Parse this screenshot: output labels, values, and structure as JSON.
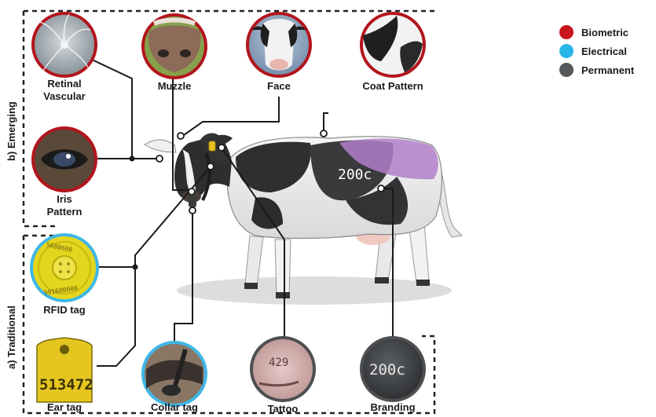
{
  "sections": {
    "emerging": "b) Emerging",
    "traditional": "a) Traditional"
  },
  "legend": [
    {
      "label": "Biometric",
      "color": "#c8161d"
    },
    {
      "label": "Electrical",
      "color": "#29b6e8"
    },
    {
      "label": "Permanent",
      "color": "#55585a"
    }
  ],
  "emerging_methods": {
    "retinal": "Retinal\nVascular",
    "muzzle": "Muzzle",
    "face": "Face",
    "coat": "Coat Pattern",
    "iris": "Iris\nPattern"
  },
  "traditional_methods": {
    "rfid": "RFID tag",
    "ear_tag": "Ear tag",
    "collar_tag": "Collar tag",
    "tattoo": "Tattoo",
    "branding": "Branding"
  },
  "artwork_text": {
    "brand_mark": "200c",
    "rfid_number_top": "5688600",
    "rfid_number_bottom": "991600000",
    "ear_tag_number": "513472",
    "tattoo_number": "429"
  }
}
